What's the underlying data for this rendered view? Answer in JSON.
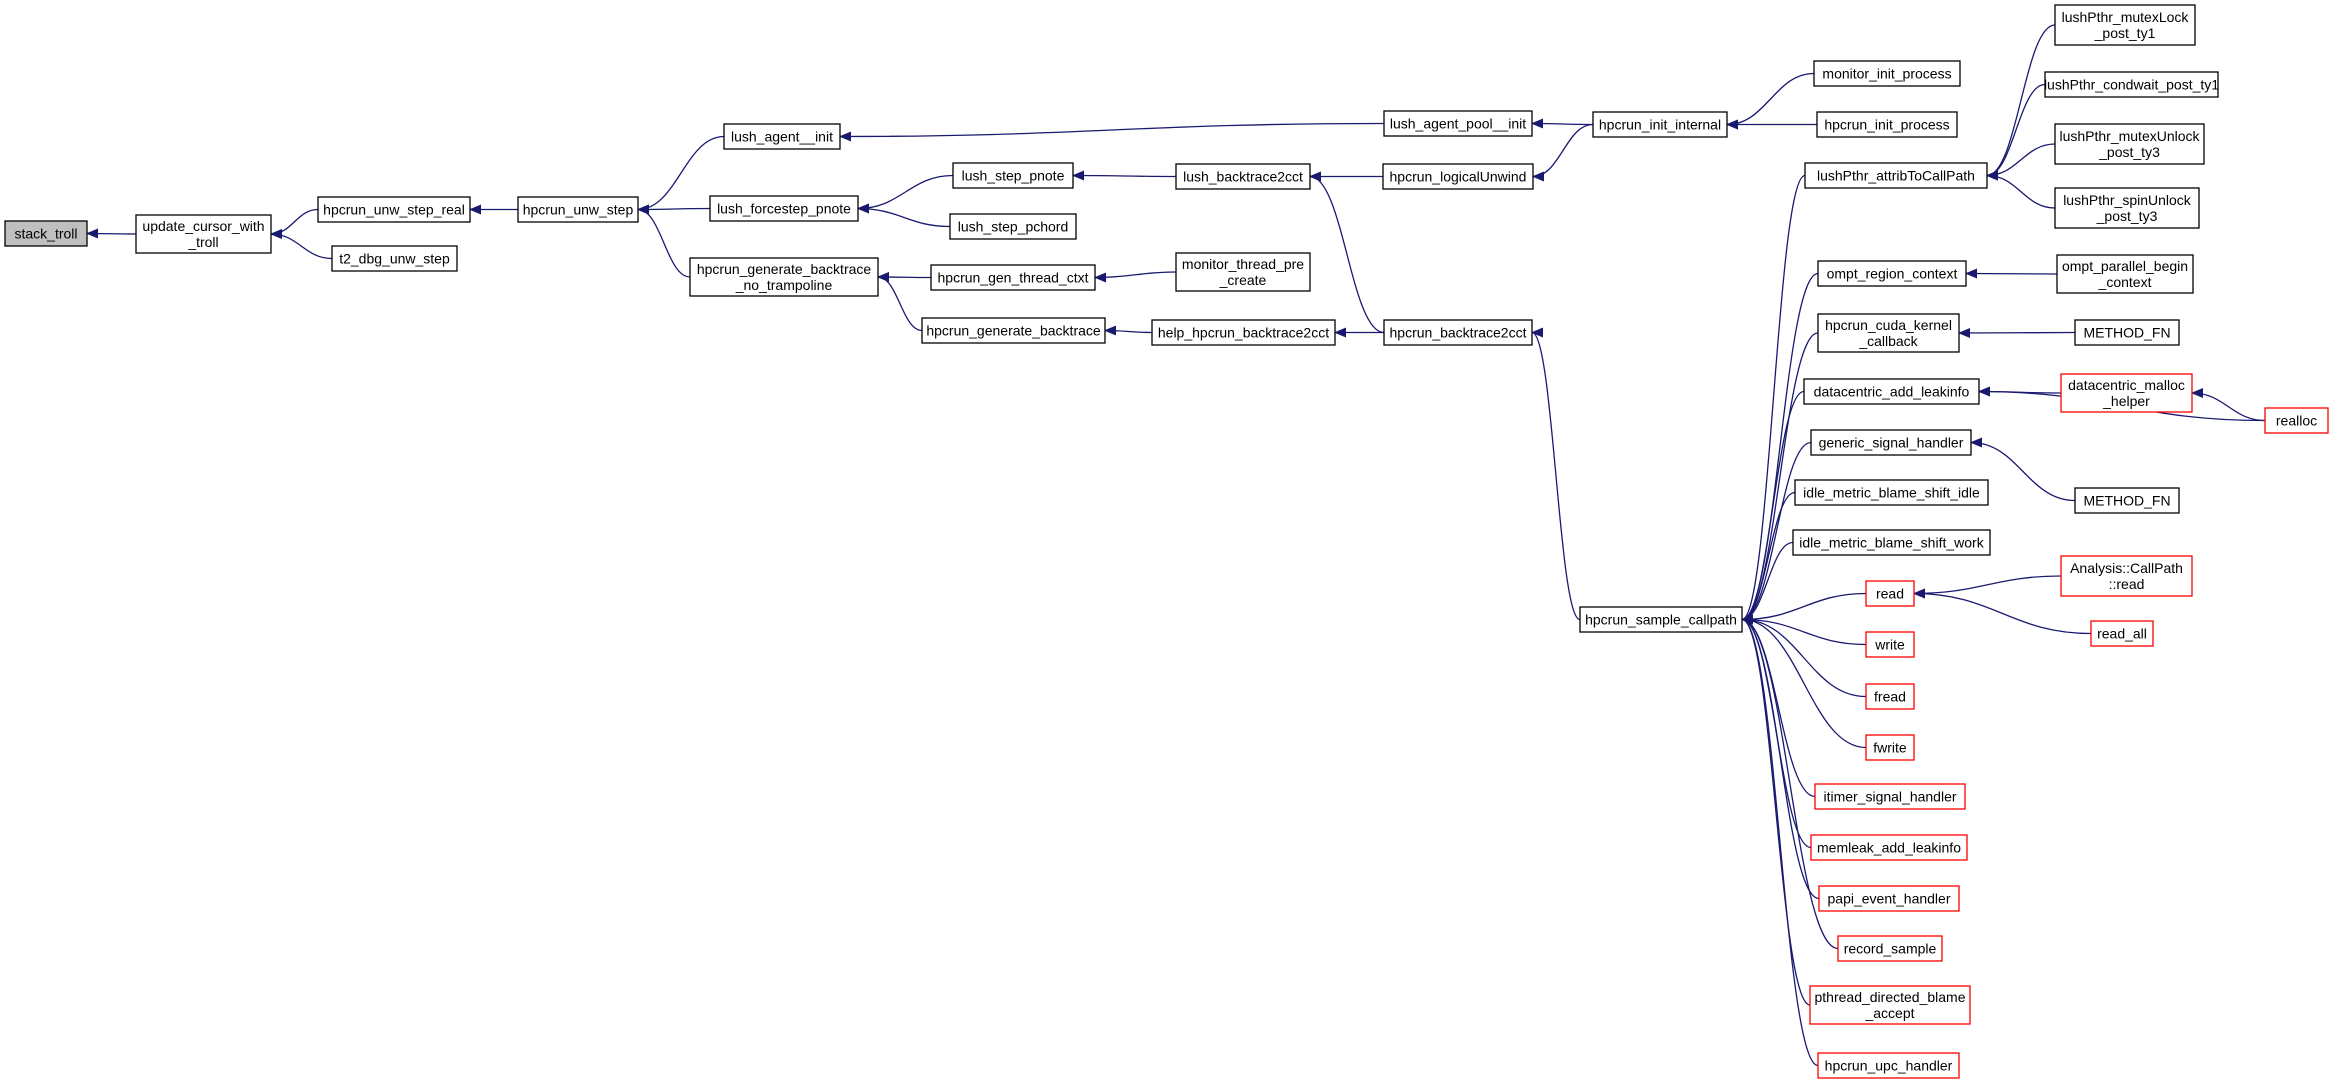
{
  "title": "stack_troll caller graph",
  "colors": {
    "edge": "#191970",
    "node_border": "#000000",
    "node_border_truncated": "#ff0000",
    "root_fill": "#bfbfbf",
    "node_fill": "#ffffff"
  },
  "nodes": [
    {
      "id": "stack_troll",
      "lines": [
        "stack_troll"
      ],
      "style": "root"
    },
    {
      "id": "update_cursor",
      "lines": [
        "update_cursor_with",
        "_troll"
      ],
      "style": "normal"
    },
    {
      "id": "unw_step_real",
      "lines": [
        "hpcrun_unw_step_real"
      ],
      "style": "normal"
    },
    {
      "id": "t2_dbg",
      "lines": [
        "t2_dbg_unw_step"
      ],
      "style": "normal"
    },
    {
      "id": "unw_step",
      "lines": [
        "hpcrun_unw_step"
      ],
      "style": "normal"
    },
    {
      "id": "lush_agent_init",
      "lines": [
        "lush_agent__init"
      ],
      "style": "normal"
    },
    {
      "id": "lush_forcestep",
      "lines": [
        "lush_forcestep_pnote"
      ],
      "style": "normal"
    },
    {
      "id": "gen_bt_notramp",
      "lines": [
        "hpcrun_generate_backtrace",
        "_no_trampoline"
      ],
      "style": "normal"
    },
    {
      "id": "lush_step_pnote",
      "lines": [
        "lush_step_pnote"
      ],
      "style": "normal"
    },
    {
      "id": "lush_step_pchord",
      "lines": [
        "lush_step_pchord"
      ],
      "style": "normal"
    },
    {
      "id": "gen_thread_ctxt",
      "lines": [
        "hpcrun_gen_thread_ctxt"
      ],
      "style": "normal"
    },
    {
      "id": "gen_bt",
      "lines": [
        "hpcrun_generate_backtrace"
      ],
      "style": "normal"
    },
    {
      "id": "lush_backtrace2cct",
      "lines": [
        "lush_backtrace2cct"
      ],
      "style": "normal"
    },
    {
      "id": "monitor_thread_pre",
      "lines": [
        "monitor_thread_pre",
        "_create"
      ],
      "style": "normal"
    },
    {
      "id": "help_bt2cct",
      "lines": [
        "help_hpcrun_backtrace2cct"
      ],
      "style": "normal"
    },
    {
      "id": "lush_agent_pool_init",
      "lines": [
        "lush_agent_pool__init"
      ],
      "style": "normal"
    },
    {
      "id": "logical_unwind",
      "lines": [
        "hpcrun_logicalUnwind"
      ],
      "style": "normal"
    },
    {
      "id": "bt2cct",
      "lines": [
        "hpcrun_backtrace2cct"
      ],
      "style": "normal"
    },
    {
      "id": "init_internal",
      "lines": [
        "hpcrun_init_internal"
      ],
      "style": "normal"
    },
    {
      "id": "monitor_init_process",
      "lines": [
        "monitor_init_process"
      ],
      "style": "normal"
    },
    {
      "id": "hpcrun_init_process",
      "lines": [
        "hpcrun_init_process"
      ],
      "style": "normal"
    },
    {
      "id": "sample_callpath",
      "lines": [
        "hpcrun_sample_callpath"
      ],
      "style": "normal"
    },
    {
      "id": "attribToCallPath",
      "lines": [
        "lushPthr_attribToCallPath"
      ],
      "style": "normal"
    },
    {
      "id": "ompt_region_context",
      "lines": [
        "ompt_region_context"
      ],
      "style": "normal"
    },
    {
      "id": "cuda_kernel_cb",
      "lines": [
        "hpcrun_cuda_kernel",
        "_callback"
      ],
      "style": "normal"
    },
    {
      "id": "dc_add_leakinfo",
      "lines": [
        "datacentric_add_leakinfo"
      ],
      "style": "normal"
    },
    {
      "id": "generic_signal",
      "lines": [
        "generic_signal_handler"
      ],
      "style": "normal"
    },
    {
      "id": "idle_shift_idle",
      "lines": [
        "idle_metric_blame_shift_idle"
      ],
      "style": "normal"
    },
    {
      "id": "idle_shift_work",
      "lines": [
        "idle_metric_blame_shift_work"
      ],
      "style": "normal"
    },
    {
      "id": "read",
      "lines": [
        "read"
      ],
      "style": "truncated"
    },
    {
      "id": "write",
      "lines": [
        "write"
      ],
      "style": "truncated"
    },
    {
      "id": "fread",
      "lines": [
        "fread"
      ],
      "style": "truncated"
    },
    {
      "id": "fwrite",
      "lines": [
        "fwrite"
      ],
      "style": "truncated"
    },
    {
      "id": "itimer",
      "lines": [
        "itimer_signal_handler"
      ],
      "style": "truncated"
    },
    {
      "id": "memleak",
      "lines": [
        "memleak_add_leakinfo"
      ],
      "style": "truncated"
    },
    {
      "id": "papi",
      "lines": [
        "papi_event_handler"
      ],
      "style": "truncated"
    },
    {
      "id": "record_sample",
      "lines": [
        "record_sample"
      ],
      "style": "truncated"
    },
    {
      "id": "pthread_dba",
      "lines": [
        "pthread_directed_blame",
        "_accept"
      ],
      "style": "truncated"
    },
    {
      "id": "upc_handler",
      "lines": [
        "hpcrun_upc_handler"
      ],
      "style": "truncated"
    },
    {
      "id": "mutexLock",
      "lines": [
        "lushPthr_mutexLock",
        "_post_ty1"
      ],
      "style": "normal"
    },
    {
      "id": "condwait",
      "lines": [
        "lushPthr_condwait_post_ty1"
      ],
      "style": "normal"
    },
    {
      "id": "mutexUnlock",
      "lines": [
        "lushPthr_mutexUnlock",
        "_post_ty3"
      ],
      "style": "normal"
    },
    {
      "id": "spinUnlock",
      "lines": [
        "lushPthr_spinUnlock",
        "_post_ty3"
      ],
      "style": "normal"
    },
    {
      "id": "ompt_parallel_begin",
      "lines": [
        "ompt_parallel_begin",
        "_context"
      ],
      "style": "normal"
    },
    {
      "id": "method_fn_1",
      "lines": [
        "METHOD_FN"
      ],
      "style": "normal"
    },
    {
      "id": "dc_malloc_helper",
      "lines": [
        "datacentric_malloc",
        "_helper"
      ],
      "style": "truncated"
    },
    {
      "id": "method_fn_2",
      "lines": [
        "METHOD_FN"
      ],
      "style": "normal"
    },
    {
      "id": "callpath_read",
      "lines": [
        "Analysis::CallPath",
        "::read"
      ],
      "style": "truncated"
    },
    {
      "id": "read_all",
      "lines": [
        "read_all"
      ],
      "style": "truncated"
    },
    {
      "id": "realloc",
      "lines": [
        "realloc"
      ],
      "style": "truncated"
    }
  ],
  "edges": [
    [
      "update_cursor",
      "stack_troll"
    ],
    [
      "unw_step_real",
      "update_cursor"
    ],
    [
      "t2_dbg",
      "update_cursor"
    ],
    [
      "unw_step",
      "unw_step_real"
    ],
    [
      "lush_agent_init",
      "unw_step"
    ],
    [
      "lush_forcestep",
      "unw_step"
    ],
    [
      "gen_bt_notramp",
      "unw_step"
    ],
    [
      "lush_agent_pool_init",
      "lush_agent_init"
    ],
    [
      "lush_step_pnote",
      "lush_forcestep"
    ],
    [
      "lush_step_pchord",
      "lush_forcestep"
    ],
    [
      "gen_thread_ctxt",
      "gen_bt_notramp"
    ],
    [
      "gen_bt",
      "gen_bt_notramp"
    ],
    [
      "lush_backtrace2cct",
      "lush_step_pnote"
    ],
    [
      "monitor_thread_pre",
      "gen_thread_ctxt"
    ],
    [
      "help_bt2cct",
      "gen_bt"
    ],
    [
      "logical_unwind",
      "lush_backtrace2cct"
    ],
    [
      "bt2cct",
      "lush_backtrace2cct"
    ],
    [
      "bt2cct",
      "help_bt2cct"
    ],
    [
      "init_internal",
      "lush_agent_pool_init"
    ],
    [
      "init_internal",
      "logical_unwind"
    ],
    [
      "sample_callpath",
      "bt2cct"
    ],
    [
      "monitor_init_process",
      "init_internal"
    ],
    [
      "hpcrun_init_process",
      "init_internal"
    ],
    [
      "attribToCallPath",
      "sample_callpath"
    ],
    [
      "ompt_region_context",
      "sample_callpath"
    ],
    [
      "cuda_kernel_cb",
      "sample_callpath"
    ],
    [
      "dc_add_leakinfo",
      "sample_callpath"
    ],
    [
      "generic_signal",
      "sample_callpath"
    ],
    [
      "idle_shift_idle",
      "sample_callpath"
    ],
    [
      "idle_shift_work",
      "sample_callpath"
    ],
    [
      "read",
      "sample_callpath"
    ],
    [
      "write",
      "sample_callpath"
    ],
    [
      "fread",
      "sample_callpath"
    ],
    [
      "fwrite",
      "sample_callpath"
    ],
    [
      "itimer",
      "sample_callpath"
    ],
    [
      "memleak",
      "sample_callpath"
    ],
    [
      "papi",
      "sample_callpath"
    ],
    [
      "record_sample",
      "sample_callpath"
    ],
    [
      "pthread_dba",
      "sample_callpath"
    ],
    [
      "upc_handler",
      "sample_callpath"
    ],
    [
      "mutexLock",
      "attribToCallPath"
    ],
    [
      "condwait",
      "attribToCallPath"
    ],
    [
      "mutexUnlock",
      "attribToCallPath"
    ],
    [
      "spinUnlock",
      "attribToCallPath"
    ],
    [
      "ompt_parallel_begin",
      "ompt_region_context"
    ],
    [
      "method_fn_1",
      "cuda_kernel_cb"
    ],
    [
      "dc_malloc_helper",
      "dc_add_leakinfo"
    ],
    [
      "realloc",
      "dc_add_leakinfo"
    ],
    [
      "realloc",
      "dc_malloc_helper"
    ],
    [
      "method_fn_2",
      "generic_signal"
    ],
    [
      "callpath_read",
      "read"
    ],
    [
      "read_all",
      "read"
    ]
  ]
}
